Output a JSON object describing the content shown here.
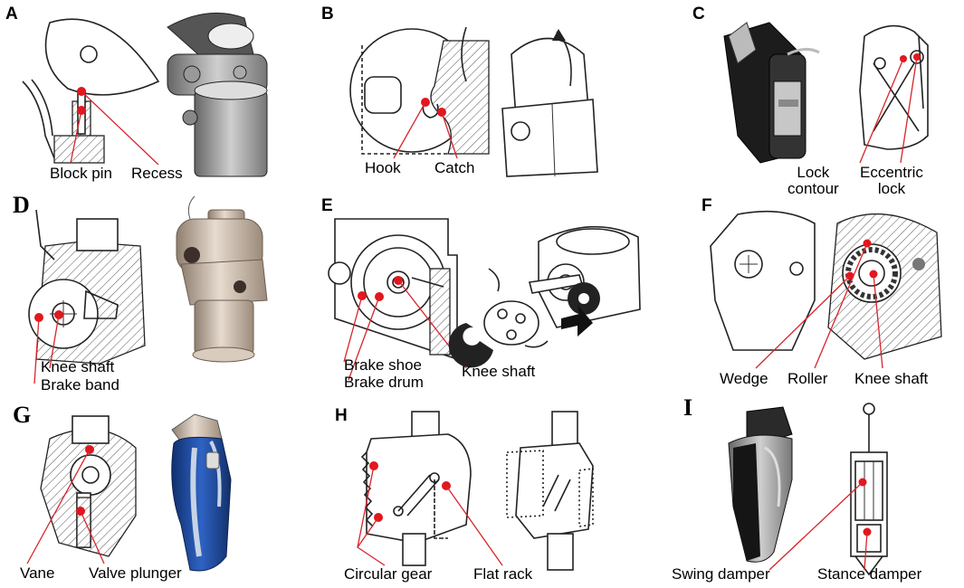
{
  "colors": {
    "marker": "#e3161d",
    "leader": "#d8242a",
    "ink": "#222222",
    "metal": "#c9b8a6",
    "blue": "#1f4fa3"
  },
  "panels": [
    {
      "id": "A",
      "labels": [
        "Block pin",
        "Recess"
      ]
    },
    {
      "id": "B",
      "labels": [
        "Hook",
        "Catch"
      ]
    },
    {
      "id": "C",
      "labels": [
        "Lock\ncontour",
        "Eccentric\nlock"
      ]
    },
    {
      "id": "D",
      "labels": [
        "Knee shaft",
        "Brake band"
      ]
    },
    {
      "id": "E",
      "labels": [
        "Brake shoe",
        "Brake drum",
        "Knee shaft"
      ]
    },
    {
      "id": "F",
      "labels": [
        "Wedge",
        "Roller",
        "Knee shaft"
      ]
    },
    {
      "id": "G",
      "labels": [
        "Vane",
        "Valve plunger"
      ]
    },
    {
      "id": "H",
      "labels": [
        "Circular gear",
        "Flat rack"
      ]
    },
    {
      "id": "I",
      "labels": [
        "Swing damper",
        "Stance damper"
      ]
    }
  ]
}
